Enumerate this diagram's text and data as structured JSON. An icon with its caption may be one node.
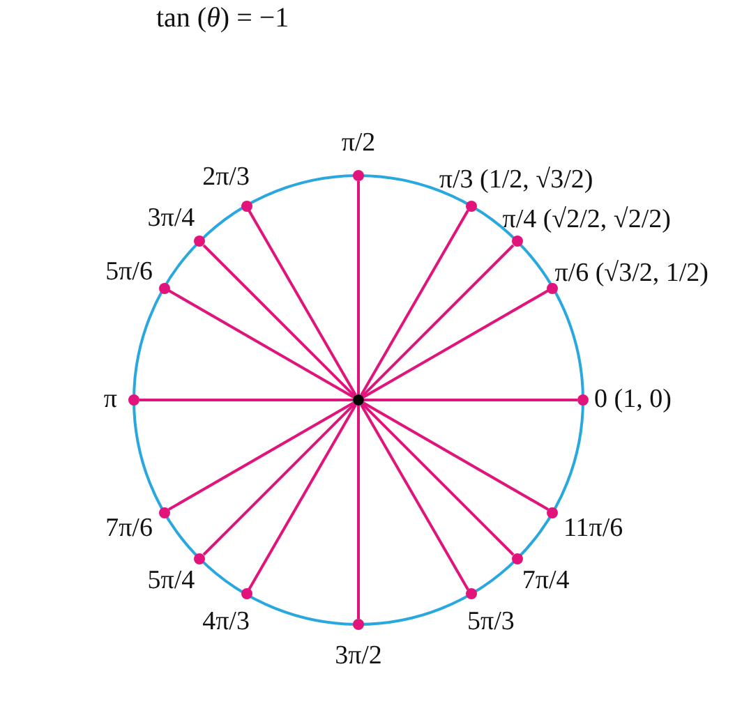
{
  "diagram": {
    "title": "tan (*θ*) = −1",
    "nodes": [
      {
        "text": [],
        "shape": "circle"
      },
      {
        "text": [],
        "shape": "circle",
        "beside": [
          "0 (1, 0)"
        ]
      },
      {
        "text": [],
        "shape": "circle",
        "beside": [
          "π/6 (√3/2, 1/2)"
        ]
      },
      {
        "text": [],
        "shape": "circle",
        "beside": [
          "π/4 (√2/2, √2/2)"
        ]
      },
      {
        "text": [],
        "shape": "circle",
        "beside": [
          "π/3 (1/2, √3/2)"
        ]
      },
      {
        "text": [],
        "shape": "circle",
        "beside": [
          "π/2"
        ]
      },
      {
        "text": [],
        "shape": "circle",
        "beside": [
          "2π/3"
        ]
      },
      {
        "text": [],
        "shape": "circle",
        "beside": [
          "3π/4"
        ]
      },
      {
        "text": [],
        "shape": "circle",
        "beside": [
          "5π/6"
        ]
      },
      {
        "text": [],
        "shape": "circle",
        "beside": [
          "π"
        ]
      },
      {
        "text": [],
        "shape": "circle",
        "beside": [
          "7π/6"
        ]
      },
      {
        "text": [],
        "shape": "circle",
        "beside": [
          "5π/4"
        ]
      },
      {
        "text": [],
        "shape": "circle",
        "beside": [
          "4π/3"
        ]
      },
      {
        "text": [],
        "shape": "circle",
        "beside": [
          "3π/2"
        ]
      },
      {
        "text": [],
        "shape": "circle",
        "beside": [
          "5π/3"
        ]
      },
      {
        "text": [],
        "shape": "circle",
        "beside": [
          "7π/4"
        ]
      },
      {
        "text": [],
        "shape": "circle",
        "beside": [
          "11π/6"
        ]
      }
    ],
    "edges": [
      {
        "from": 0,
        "to": 1,
        "arrow": "none"
      },
      {
        "from": 0,
        "to": 2,
        "arrow": "none"
      },
      {
        "from": 0,
        "to": 3,
        "arrow": "none"
      },
      {
        "from": 0,
        "to": 4,
        "arrow": "none"
      },
      {
        "from": 0,
        "to": 5,
        "arrow": "none"
      },
      {
        "from": 0,
        "to": 6,
        "arrow": "none"
      },
      {
        "from": 0,
        "to": 7,
        "arrow": "none"
      },
      {
        "from": 0,
        "to": 8,
        "arrow": "none"
      },
      {
        "from": 0,
        "to": 9,
        "arrow": "none"
      },
      {
        "from": 0,
        "to": 10,
        "arrow": "none"
      },
      {
        "from": 0,
        "to": 11,
        "arrow": "none"
      },
      {
        "from": 0,
        "to": 12,
        "arrow": "none"
      },
      {
        "from": 0,
        "to": 13,
        "arrow": "none"
      },
      {
        "from": 0,
        "to": 14,
        "arrow": "none"
      },
      {
        "from": 0,
        "to": 15,
        "arrow": "none"
      },
      {
        "from": 0,
        "to": 16,
        "arrow": "none"
      }
    ]
  }
}
